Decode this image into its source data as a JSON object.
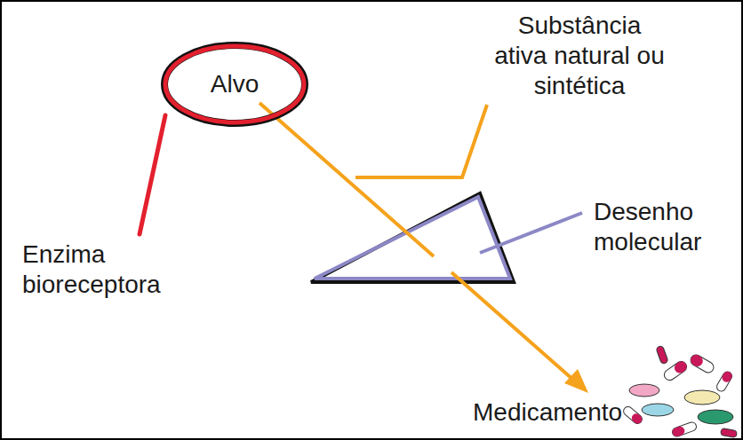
{
  "diagram": {
    "nodes": [
      {
        "text": [
          "Alvo"
        ]
      }
    ],
    "labels": [
      "Substância ativa natural ou sintética",
      "Desenho molecular",
      "Enzima bioreceptora",
      "Medicamento"
    ]
  }
}
